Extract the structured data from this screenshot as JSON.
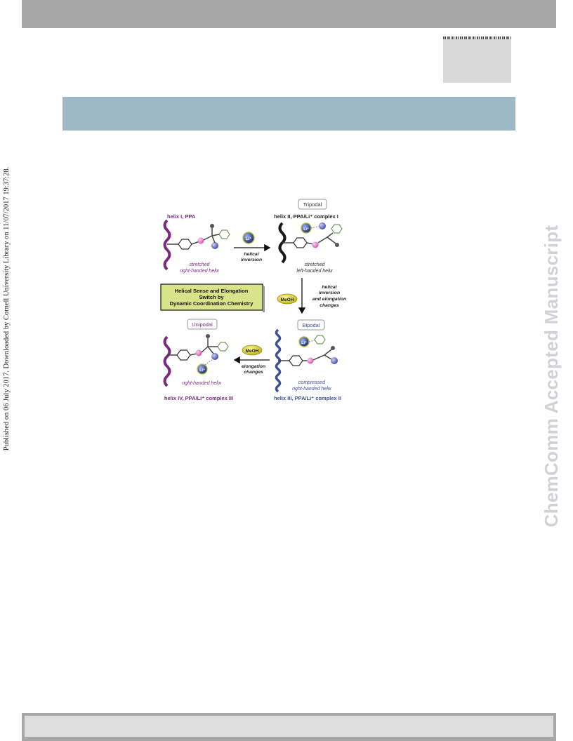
{
  "sidebar": {
    "published_note": "Published on 06 July 2017. Downloaded by Cornell University Library on 11/07/2017 19:37:28."
  },
  "watermark": {
    "text": "ChemComm Accepted Manuscript"
  },
  "figure": {
    "helix1_title": "helix I, PPA",
    "helix1_desc1": "stretched",
    "helix1_desc2": "right-handed  helix",
    "arrow1_l1": "helical",
    "arrow1_l2": "inversion",
    "li_label": "Li⁺",
    "tripodal": "Tripodal",
    "helix2_title": "helix II, PPA/Li⁺ complex I",
    "helix2_desc1": "stretched",
    "helix2_desc2": "left-handed helix",
    "arrow2_l1": "helical",
    "arrow2_l2": "inversion",
    "arrow2_l3": "and elongation",
    "arrow2_l4": "changes",
    "meoh": "MeOH",
    "box_l1": "Helical Sense and Elongation",
    "box_l2": "Switch by",
    "box_l3": "Dynamic Coordination Chemistry",
    "bipodal": "Bipodal",
    "helix3_desc1": "compressed",
    "helix3_desc2": "right-handed helix",
    "helix3_title": "helix III, PPA/Li⁺ complex II",
    "unipodal": "Unipodal",
    "helix4_desc": "right-handed helix",
    "helix4_title": "helix IV, PPA/Li⁺ complex III",
    "arrow3_l1": "elongation",
    "arrow3_l2": "changes",
    "meoh2": "MeOH"
  },
  "colors": {
    "purple": "#7b2a80",
    "blue": "#3d4f9a",
    "black": "#1a1a1a",
    "pink": "#e58ad0",
    "green": "#6fa060",
    "box_fill": "#d8e48a"
  }
}
